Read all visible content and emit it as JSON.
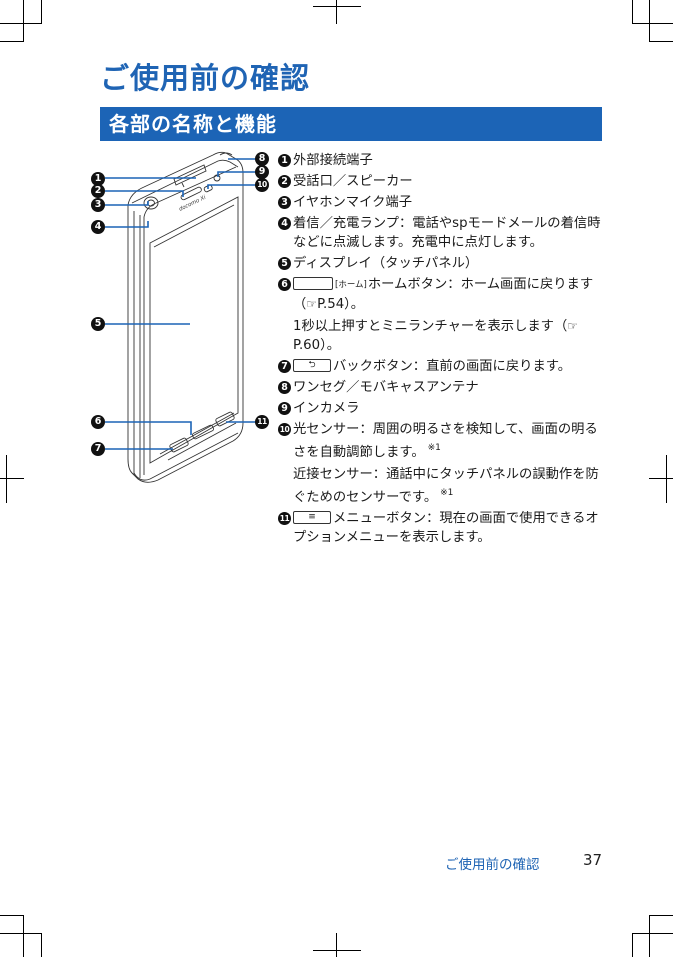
{
  "page": {
    "title": "ご使用前の確認",
    "section_title": "各部の名称と機能",
    "footer_title": "ご使用前の確認",
    "page_number": "37"
  },
  "colors": {
    "accent": "#1f64b4",
    "section_bar": "#1c64b6",
    "callout_line": "#1c64b6"
  },
  "diagram": {
    "callouts_left": [
      "1",
      "2",
      "3",
      "4",
      "5",
      "6",
      "7"
    ],
    "callouts_right": [
      "8",
      "9",
      "10",
      "11"
    ],
    "brand_text": "docomo Xi"
  },
  "items": [
    {
      "num": "1",
      "text": "外部接続端子"
    },
    {
      "num": "2",
      "text": "受話口／スピーカー"
    },
    {
      "num": "3",
      "text": "イヤホンマイク端子"
    },
    {
      "num": "4",
      "text": "着信／充電ランプ：電話やspモードメールの着信時などに点滅します。充電中に点灯します。"
    },
    {
      "num": "5",
      "text": "ディスプレイ（タッチパネル）"
    },
    {
      "num": "6",
      "key_tag": "[ホーム]",
      "text": "ホームボタン：ホーム画面に戻ります（",
      "ref": "P.54",
      "text_end": "）。",
      "sub_text": "1秒以上押すとミニランチャーを表示します（",
      "sub_ref": "P.60",
      "sub_end": "）。"
    },
    {
      "num": "7",
      "key_glyph": "⮌",
      "text": "バックボタン：直前の画面に戻ります。"
    },
    {
      "num": "8",
      "text": "ワンセグ／モバキャスアンテナ"
    },
    {
      "num": "9",
      "text": "インカメラ"
    },
    {
      "num": "10",
      "text": "光センサー：周囲の明るさを検知して、画面の明るさを自動調節します。",
      "note": "※1",
      "sub_text": "近接センサー：通話中にタッチパネルの誤動作を防ぐためのセンサーです。",
      "sub_note": "※1"
    },
    {
      "num": "11",
      "key_glyph": "≡",
      "text": "メニューボタン：現在の画面で使用できるオプションメニューを表示します。"
    }
  ],
  "icons": {
    "reference": "☞"
  }
}
